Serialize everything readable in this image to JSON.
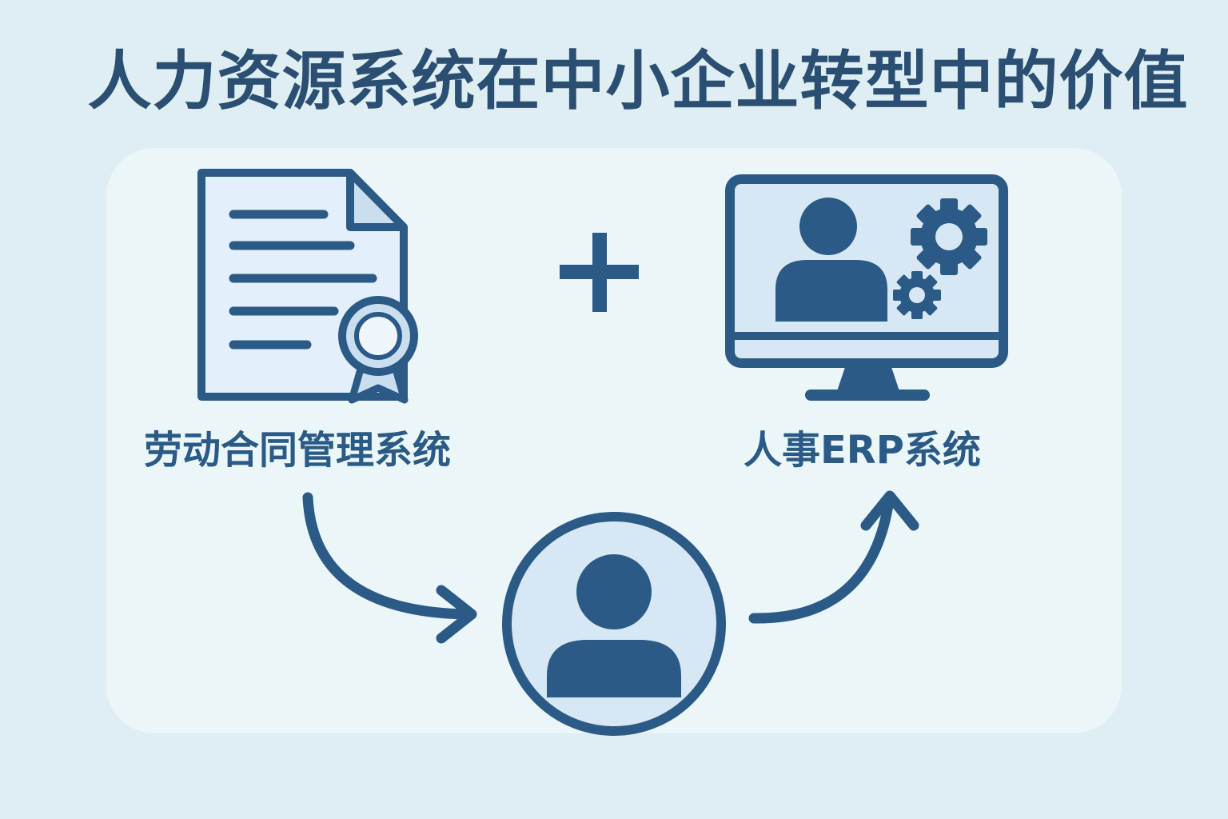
{
  "title": "人力资源系统在中小企业转型中的价值",
  "left_item": {
    "label": "劳动合同管理系统",
    "icon": "contract-document-icon"
  },
  "right_item": {
    "label": "人事ERP系统",
    "icon": "computer-user-gears-icon"
  },
  "connector": {
    "icon": "plus-icon"
  },
  "center_item": {
    "icon": "user-circle-icon"
  },
  "colors": {
    "primary": "#2a5a85",
    "light_fill": "#c9dff0",
    "panel": "#eaf6f8",
    "background": "#dfeef2"
  }
}
